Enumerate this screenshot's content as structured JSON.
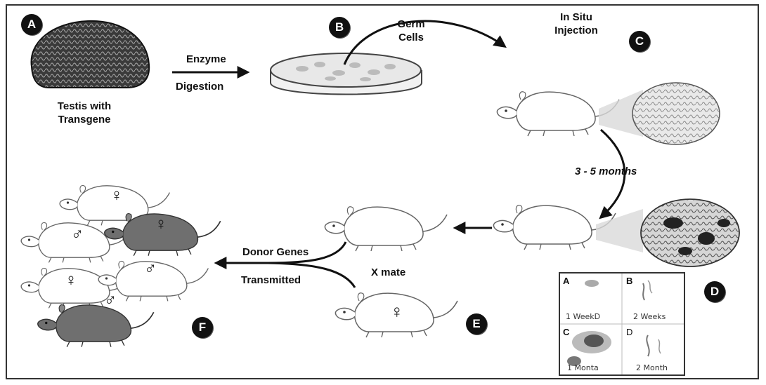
{
  "badges": {
    "a": "A",
    "b": "B",
    "c": "C",
    "d": "D",
    "e": "E",
    "f": "F"
  },
  "labels": {
    "testis": "Testis with Transgene",
    "enzyme": "Enzyme",
    "digestion": "Digestion",
    "germ_cells": "Germ Cells",
    "in_situ": "In Situ Injection",
    "months": "3 - 5 months",
    "donor_genes": "Donor Genes",
    "transmitted": "Transmitted",
    "x_mate": "X mate"
  },
  "sex_symbols": {
    "female": "♀",
    "male": "♂"
  },
  "inset": {
    "panel_a": "A",
    "panel_b": "B",
    "panel_c": "C",
    "panel_d": "D",
    "cap_a": "1 WeekD",
    "cap_b": "2 Weeks",
    "cap_c": "1 Monta",
    "cap_d": "2 Month"
  }
}
